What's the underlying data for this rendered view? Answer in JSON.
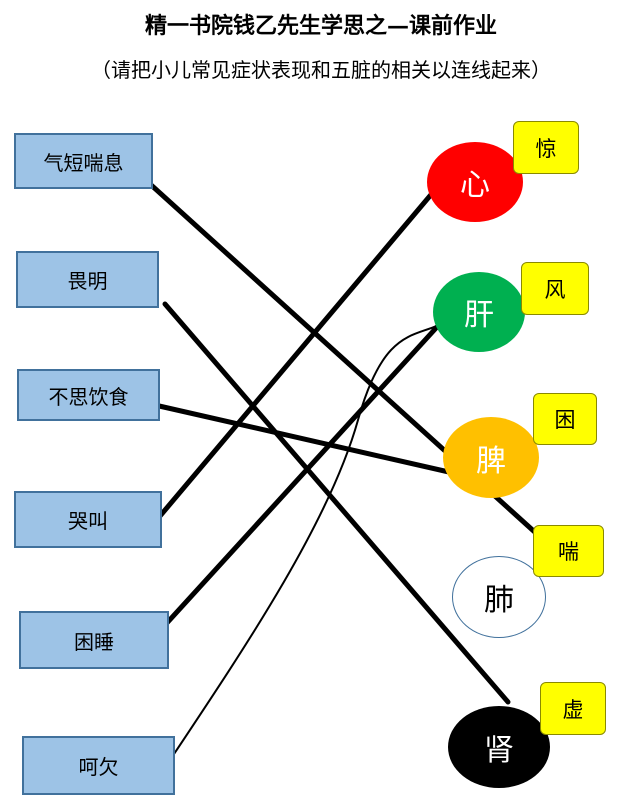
{
  "title": "精一书院钱乙先生学思之—课前作业",
  "subtitle": "（请把小儿常见症状表现和五脏的相关以连线起来）",
  "symptoms": [
    "气短喘息",
    "畏明",
    "不思饮食",
    "哭叫",
    "困睡",
    "呵欠"
  ],
  "organs": [
    {
      "label": "心",
      "tag": "惊",
      "fill": "#ff0000",
      "text_color": "#ffffff"
    },
    {
      "label": "肝",
      "tag": "风",
      "fill": "#00b050",
      "text_color": "#ffffff"
    },
    {
      "label": "脾",
      "tag": "困",
      "fill": "#ffc000",
      "text_color": "#ffffff"
    },
    {
      "label": "肺",
      "tag": "喘",
      "fill": "#ffffff",
      "text_color": "#000000"
    },
    {
      "label": "肾",
      "tag": "虚",
      "fill": "#000000",
      "text_color": "#ffffff"
    }
  ],
  "colors": {
    "symptom_box": "#9dc3e6",
    "tag": "#ffff00",
    "line": "#000000"
  }
}
